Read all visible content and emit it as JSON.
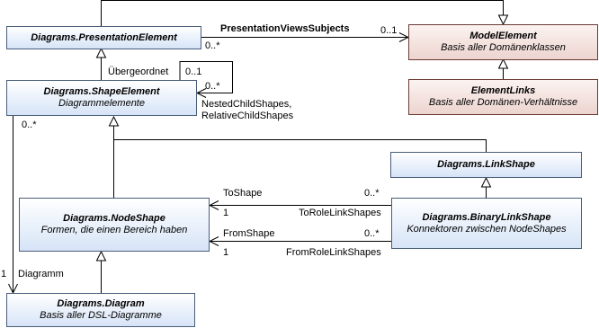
{
  "classes": {
    "presentation": {
      "title": "Diagrams.PresentationElement",
      "subtitle": ""
    },
    "modelelement": {
      "title": "ModelElement",
      "subtitle": "Basis aller Domänenklassen"
    },
    "elementlinks": {
      "title": "ElementLinks",
      "subtitle": "Basis aller Domänen-Verhältnisse"
    },
    "shapeelement": {
      "title": "Diagrams.ShapeElement",
      "subtitle": "Diagrammelemente"
    },
    "linkshape": {
      "title": "Diagrams.LinkShape",
      "subtitle": ""
    },
    "nodeshape": {
      "title": "Diagrams.NodeShape",
      "subtitle": "Formen, die einen Bereich haben"
    },
    "binarylinkshape": {
      "title": "Diagrams.BinaryLinkShape",
      "subtitle": "Konnektoren zwischen NodeShapes"
    },
    "diagram": {
      "title": "Diagrams.Diagram",
      "subtitle": "Basis aller DSL-Diagramme"
    }
  },
  "labels": {
    "pvs_name": "PresentationViewsSubjects",
    "pvs_mult_source": "0..*",
    "pvs_mult_target": "0..1",
    "parent_name": "Übergeordnet",
    "parent_mult": "0..1",
    "child_mult": "0..*",
    "nested_line1": "NestedChildShapes,",
    "nested_line2": "RelativeChildShapes",
    "diagram_mult_source": "0..*",
    "diagram_mult_target": "1",
    "diagram_name": "Diagramm",
    "toshape_name": "ToShape",
    "toshape_mult": "1",
    "toshape_mult_link": "0..*",
    "torole_name": "ToRoleLinkShapes",
    "fromshape_name": "FromShape",
    "fromshape_mult": "1",
    "fromshape_mult_link": "0..*",
    "fromrole_name": "FromRoleLinkShapes"
  },
  "colors": {
    "class_border": "#4a5d7a",
    "domain_border": "#6b3a33",
    "line": "#000000"
  }
}
